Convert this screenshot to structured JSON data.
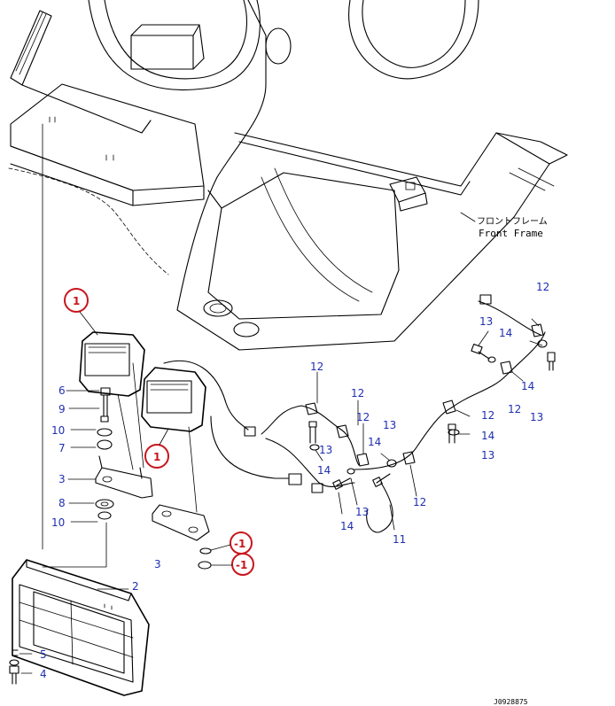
{
  "frame_label_jp": "フロントフレーム",
  "frame_label_en": "Front Frame",
  "drawing_code": "J0928875",
  "colors": {
    "part_number": "#1f2fb0",
    "callout": "#c8161d",
    "line": "#000000"
  },
  "parts": {
    "p1a": "1",
    "p1b": "1",
    "p1c": "1",
    "p1d": "1",
    "p2": "2",
    "p3a": "3",
    "p3b": "3",
    "p4": "4",
    "p5": "5",
    "p6": "6",
    "p7": "7",
    "p8": "8",
    "p9": "9",
    "p10a": "10",
    "p10b": "10",
    "p11": "11",
    "p12a": "12",
    "p12b": "12",
    "p12c": "12",
    "p12d": "12",
    "p12e": "12",
    "p12f": "12",
    "p12g": "12",
    "p13a": "13",
    "p13b": "13",
    "p13c": "13",
    "p13d": "13",
    "p13e": "13",
    "p13f": "13",
    "p14a": "14",
    "p14b": "14",
    "p14c": "14",
    "p14d": "14",
    "p14e": "14",
    "p14f": "14"
  }
}
